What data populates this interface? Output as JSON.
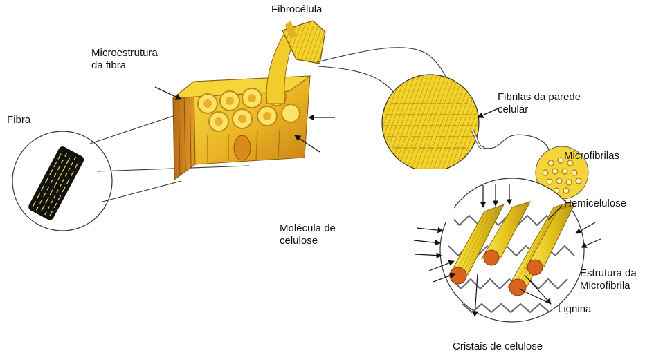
{
  "labels": {
    "fibrocelula": "Fibrocélula",
    "microestrutura_1": "Microestrutura",
    "microestrutura_2": "da fibra",
    "fibra": "Fibra",
    "fibrilas_1": "Fibrilas da parede",
    "fibrilas_2": "celular",
    "microfibrilas": "Microfibrilas",
    "hemicelulose": "Hemicelulose",
    "molecula_1": "Molécula de",
    "molecula_2": "celulose",
    "estrutura_1": "Estrutura da",
    "estrutura_2": "Microfibrila",
    "lignina": "Lignina",
    "cristais": "Cristais de celulose"
  },
  "colors": {
    "yellow": "#f2d21c",
    "yellow_dark": "#c99a10",
    "orange": "#e08a1c",
    "brown": "#9a5a14",
    "rust": "#d7641e",
    "line": "#222222"
  }
}
